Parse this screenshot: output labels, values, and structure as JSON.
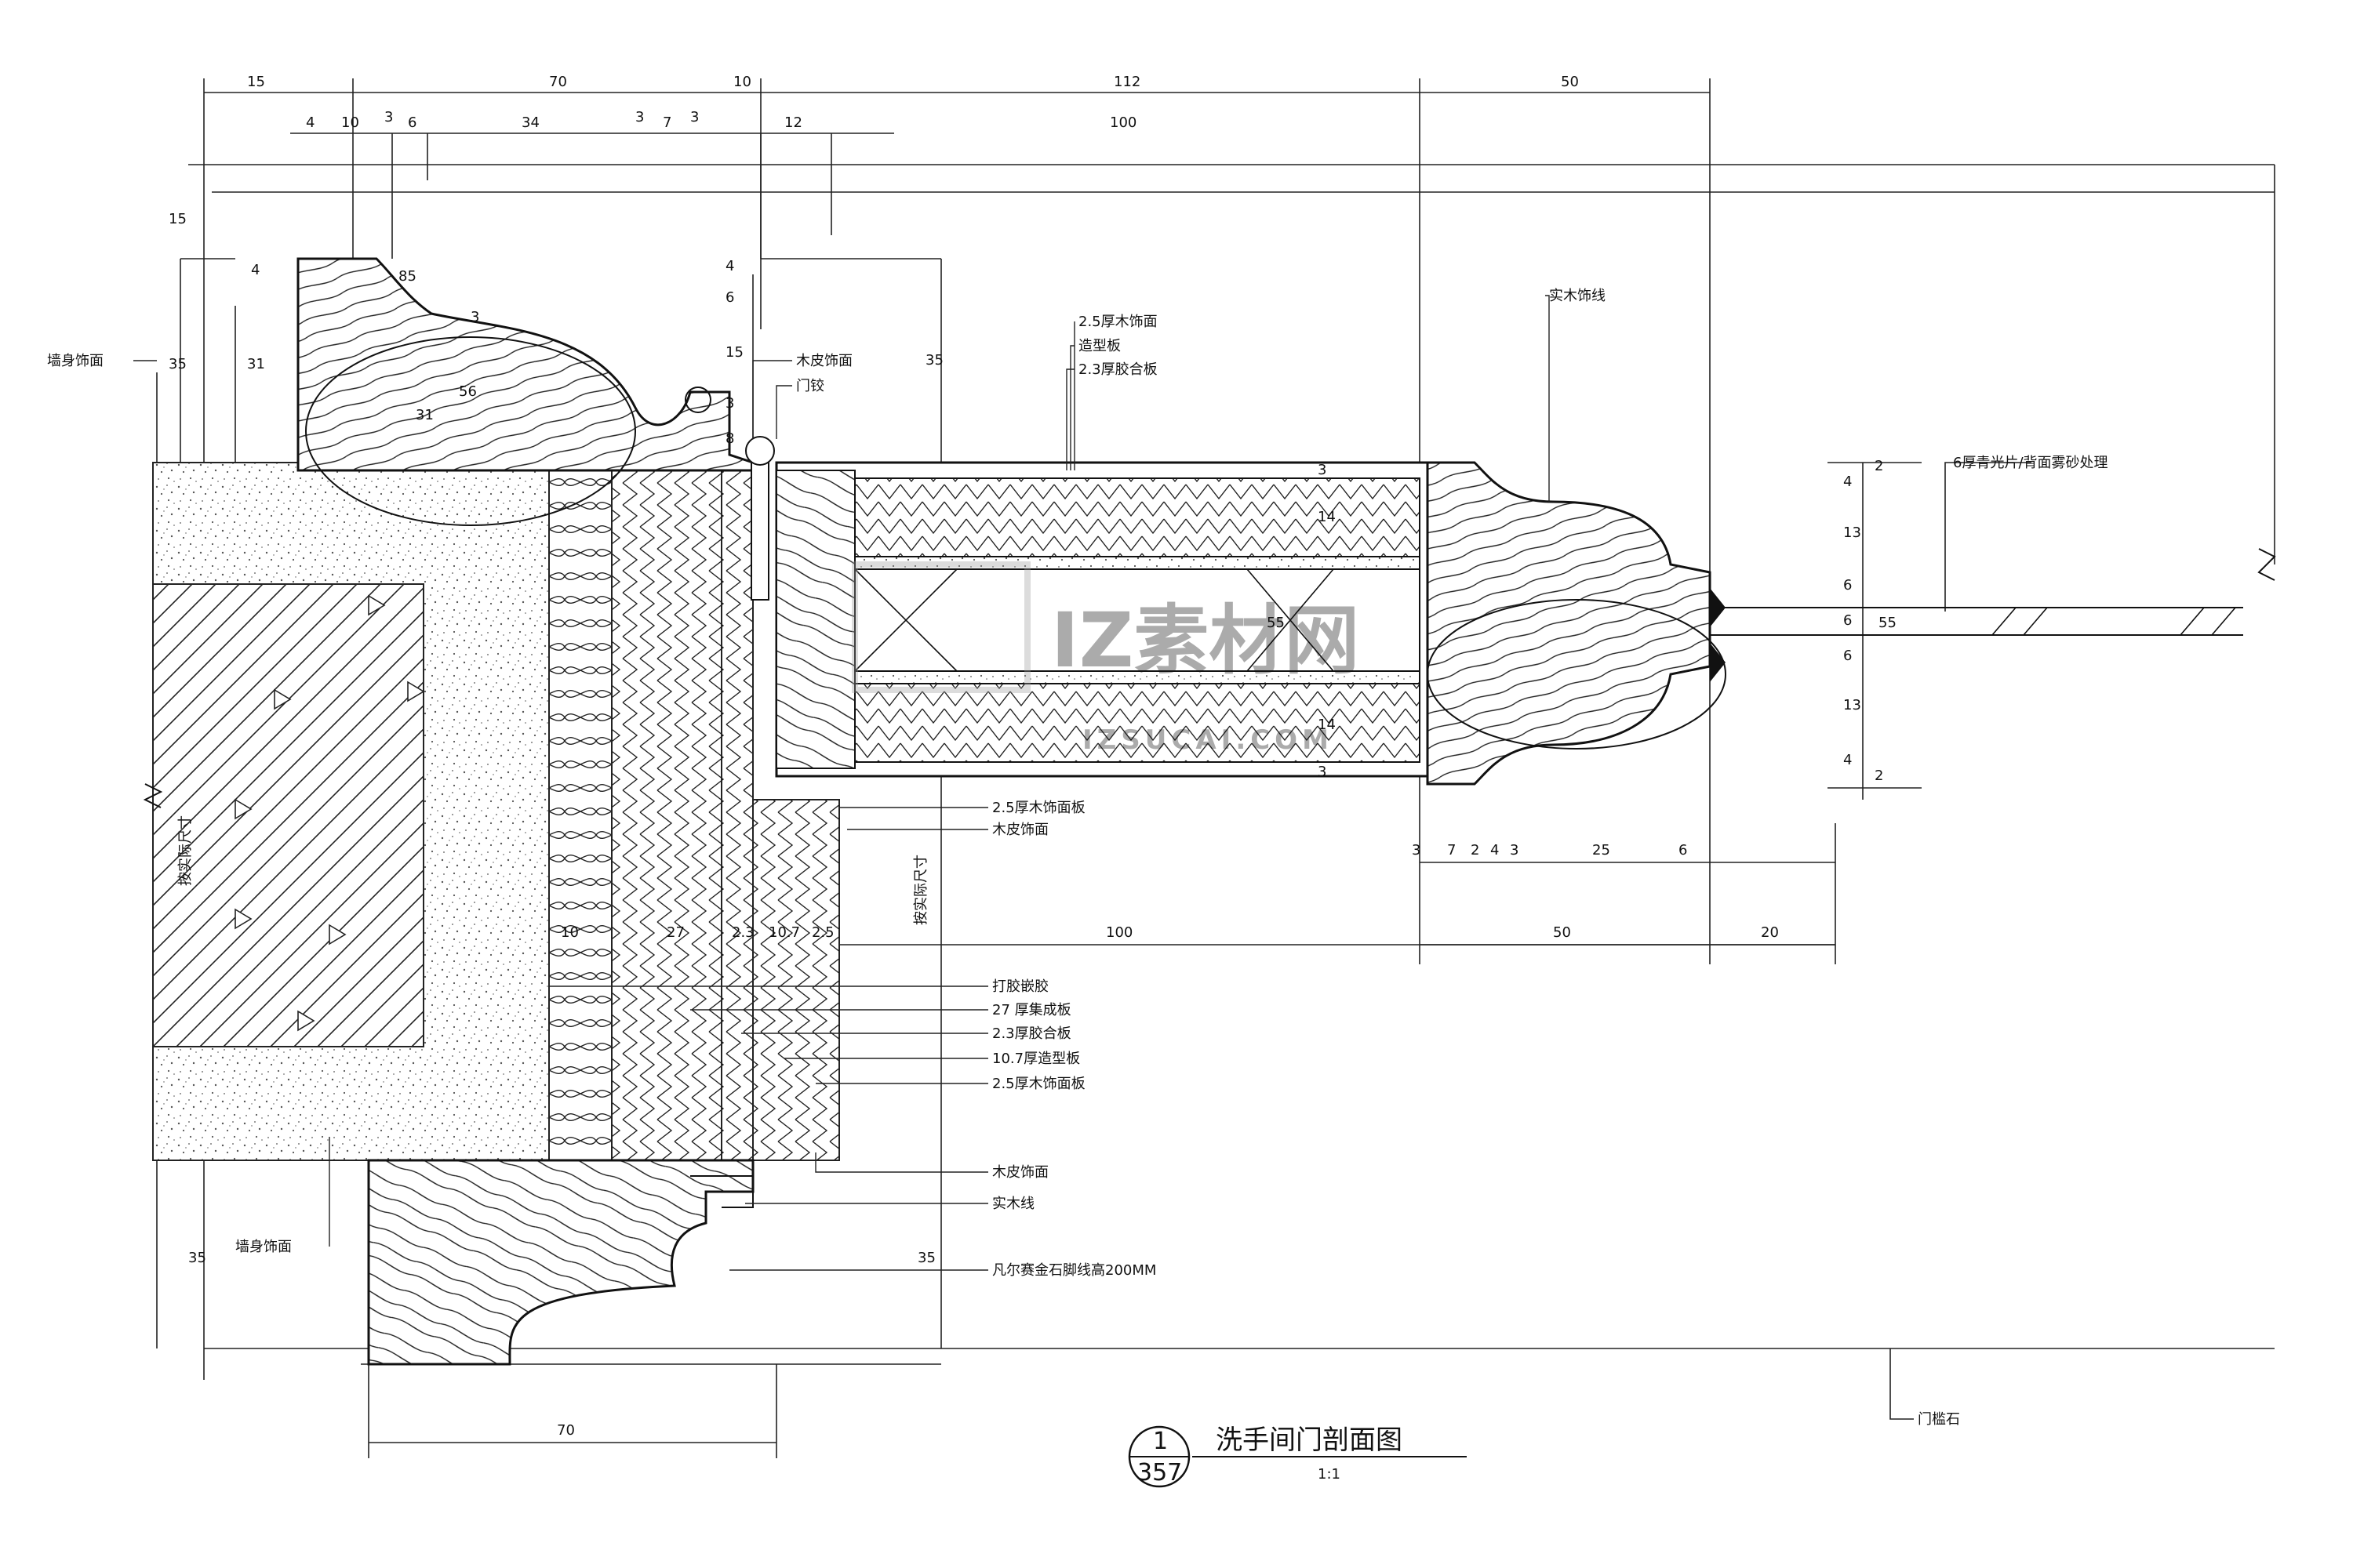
{
  "title": {
    "number": "1",
    "sheet": "357",
    "name": "洗手间门剖面图",
    "scale": "1:1"
  },
  "watermark": {
    "main": "IZ素材网",
    "sub": "IZSUCAI.COM"
  },
  "dimensions": {
    "top_overall": [
      "15",
      "70",
      "10",
      "112",
      "50"
    ],
    "top_second": [
      "4",
      "10",
      "3",
      "6",
      "34",
      "3",
      "7",
      "3",
      "12",
      "100"
    ],
    "left_vertical": [
      "15",
      "35",
      "31",
      "4"
    ],
    "frame_inner": [
      "56",
      "31",
      "3",
      "85"
    ],
    "frame_right": [
      "4",
      "6",
      "15",
      "3",
      "8"
    ],
    "door_mid": [
      "35",
      "3",
      "14",
      "55",
      "14",
      "3"
    ],
    "right_stack": [
      "2",
      "4",
      "13",
      "6",
      "6",
      "6",
      "13",
      "4",
      "2"
    ],
    "right_total": "55",
    "bottom_leaf": [
      "3",
      "7",
      "2",
      "4",
      "3",
      "25",
      "6"
    ],
    "bottom_row": [
      "10",
      "27",
      "2.3",
      "10.7",
      "2.5",
      "100",
      "50",
      "20"
    ],
    "lower_left": "35",
    "lower_mid": "35",
    "base_width": "70"
  },
  "labels": {
    "wall_finish_top": "墙身饰面",
    "veneer_top": "木皮饰面",
    "hinge": "门铰",
    "veneer_25": "2.5厚木饰面",
    "mould_board": "造型板",
    "plywood_23": "2.3厚胶合板",
    "solid_trim": "实木饰线",
    "glass": "6厚青光片/背面雾砂处理",
    "veneer_board_25": "2.5厚木饰面板",
    "veneer_mid": "木皮饰面",
    "actual_size_left": "按实际尺寸",
    "actual_size_mid": "按实际尺寸",
    "glue": "打胶嵌胶",
    "block_27": "27 厚集成板",
    "plywood_23b": "2.3厚胶合板",
    "mould_107": "10.7厚造型板",
    "veneer_board_25b": "2.5厚木饰面板",
    "veneer_low": "木皮饰面",
    "solid_line": "实木线",
    "wall_finish_low": "墙身饰面",
    "skirting": "凡尔赛金石脚线高200MM",
    "threshold": "门槛石"
  }
}
